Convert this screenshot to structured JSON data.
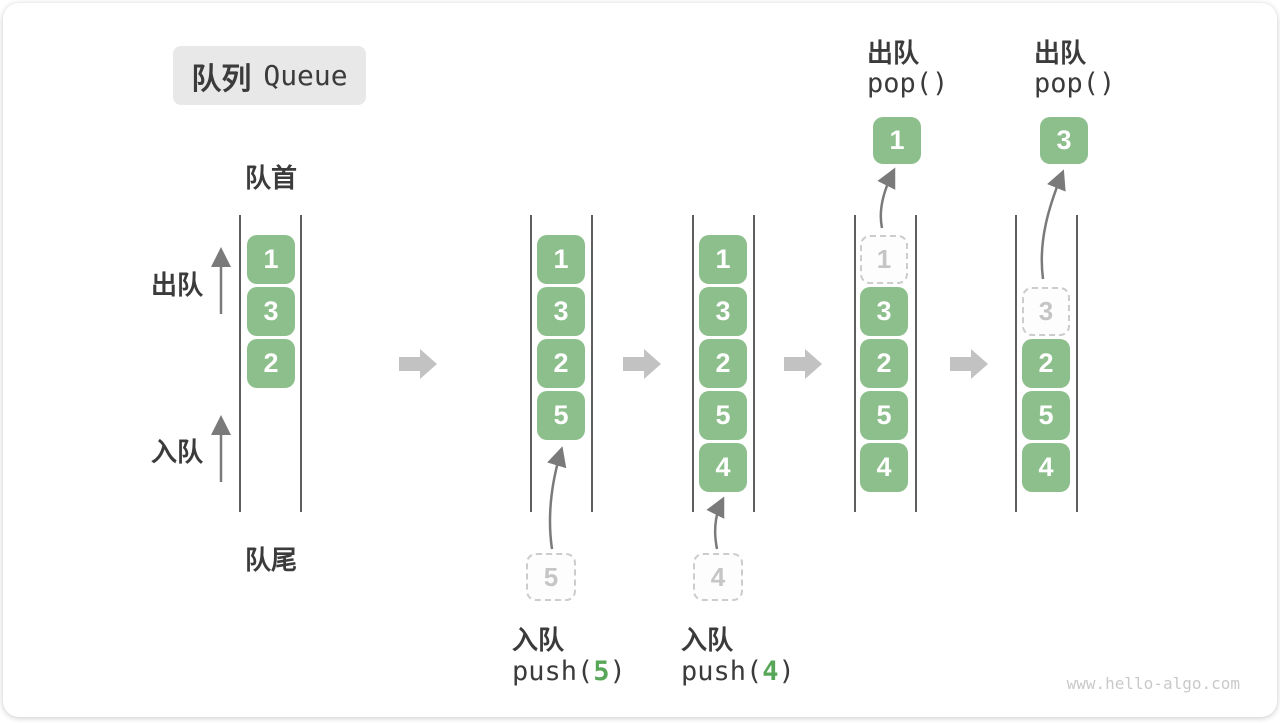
{
  "title": {
    "zh": "队列",
    "en": "Queue"
  },
  "labels": {
    "front": "队首",
    "rear": "队尾",
    "dequeue_side": "出队",
    "enqueue_side": "入队"
  },
  "states": [
    {
      "items": [
        "1",
        "3",
        "2"
      ]
    },
    {
      "items": [
        "1",
        "3",
        "2",
        "5"
      ],
      "staged": "5",
      "op": {
        "zh": "入队",
        "code_pre": "push(",
        "arg": "5",
        "code_post": ")"
      }
    },
    {
      "items": [
        "1",
        "3",
        "2",
        "5",
        "4"
      ],
      "staged": "4",
      "op": {
        "zh": "入队",
        "code_pre": "push(",
        "arg": "4",
        "code_post": ")"
      }
    },
    {
      "items": [
        "3",
        "2",
        "5",
        "4"
      ],
      "removed": "1",
      "popped": "1",
      "op": {
        "zh": "出队",
        "code": "pop()"
      }
    },
    {
      "items": [
        "2",
        "5",
        "4"
      ],
      "removed": "3",
      "popped": "3",
      "op": {
        "zh": "出队",
        "code": "pop()"
      }
    }
  ],
  "watermark": "www.hello-algo.com",
  "colors": {
    "item_green": "#8dbf8d",
    "arg_green": "#58a758",
    "arrow_gray": "#7a7a7a",
    "block_arrow_gray": "#c2c2c2",
    "dashed_gray": "#cccccc",
    "text_dark": "#3b3b3b",
    "wall_gray": "#5e5e5e"
  }
}
